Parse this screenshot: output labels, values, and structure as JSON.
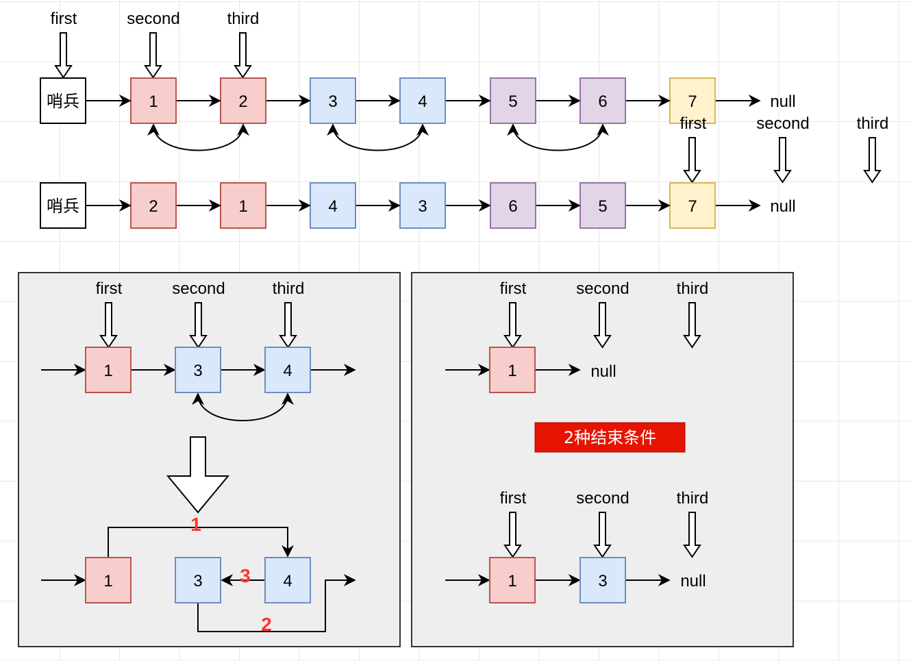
{
  "colors": {
    "red_fill": "#f8cecc",
    "red_stroke": "#b85450",
    "blue_fill": "#dae8fc",
    "blue_stroke": "#6c8ebf",
    "purple_fill": "#e1d5e7",
    "purple_stroke": "#9673a6",
    "yellow_fill": "#fff2cc",
    "yellow_stroke": "#d6b656",
    "panel_fill": "#eeeeee",
    "panel_stroke": "#333333",
    "banner_fill": "#e51400",
    "banner_stroke": "#b20000",
    "step_color": "#ff3333"
  },
  "top": {
    "sentinel": "哨兵",
    "row1": [
      "1",
      "2",
      "3",
      "4",
      "5",
      "6",
      "7"
    ],
    "row2": [
      "2",
      "1",
      "4",
      "3",
      "6",
      "5",
      "7"
    ],
    "null_text": "null",
    "pointers_row1": [
      "first",
      "second",
      "third"
    ],
    "pointers_row2": [
      "first",
      "second",
      "third"
    ]
  },
  "left_panel": {
    "pointers": [
      "first",
      "second",
      "third"
    ],
    "nodes_top": [
      "1",
      "3",
      "4"
    ],
    "nodes_bottom": [
      "1",
      "3",
      "4"
    ],
    "steps": [
      "1",
      "2",
      "3"
    ]
  },
  "right_panel": {
    "banner": "2种结束条件",
    "case1": {
      "pointers": [
        "first",
        "second",
        "third"
      ],
      "node": "1",
      "null_text": "null"
    },
    "case2": {
      "pointers": [
        "first",
        "second",
        "third"
      ],
      "nodes": [
        "1",
        "3"
      ],
      "null_text": "null"
    }
  }
}
